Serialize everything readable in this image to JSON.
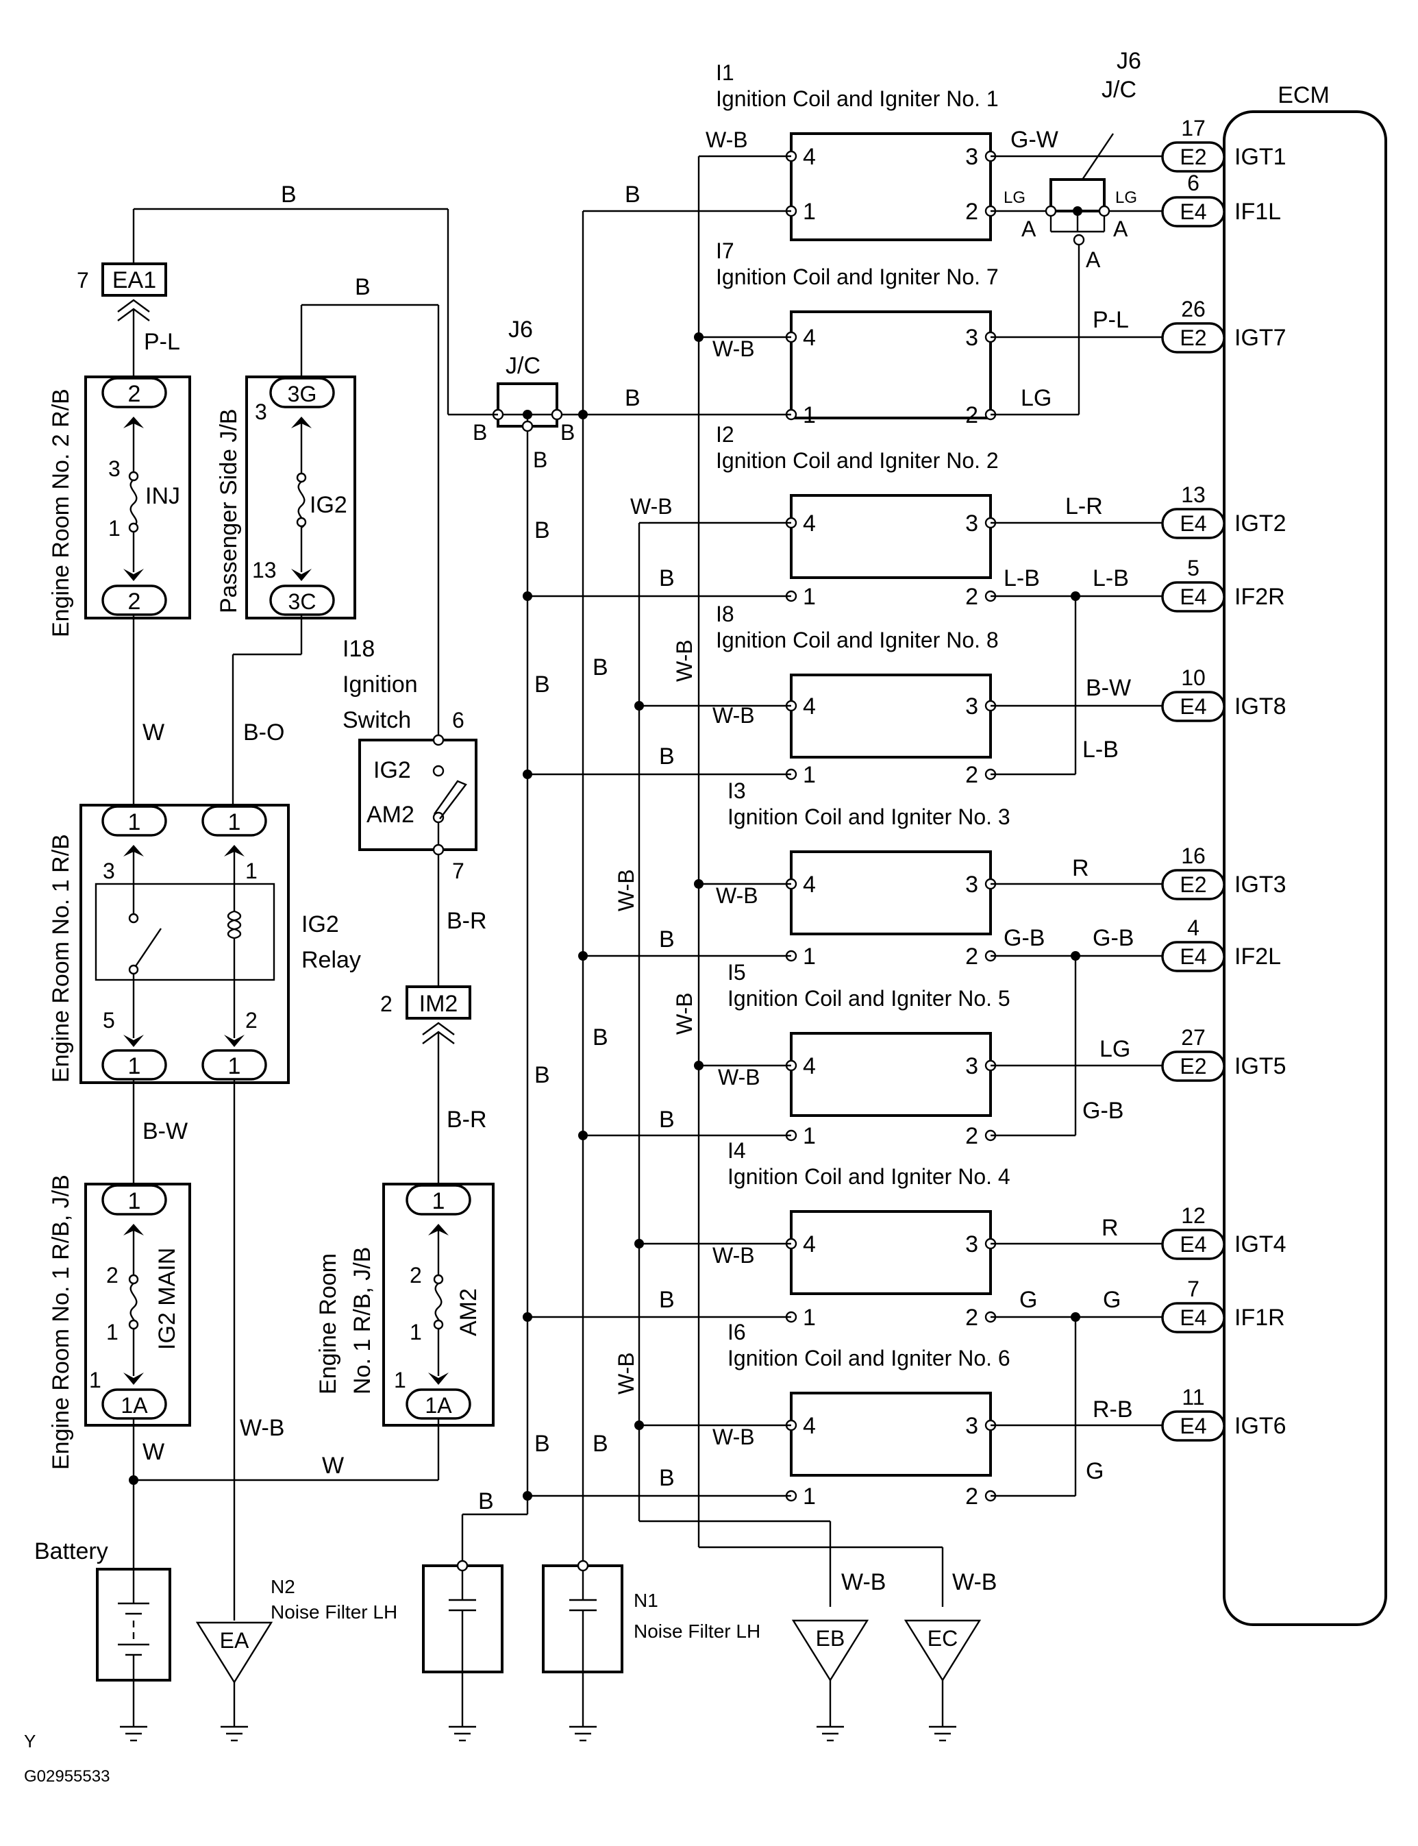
{
  "diagram": {
    "components": {
      "ecm": "ECM",
      "battery": "Battery",
      "ig2_relay_l1": "IG2",
      "ig2_relay_l2": "Relay",
      "ign_sw_id": "I18",
      "ign_sw_l1": "Ignition",
      "ign_sw_l2": "Switch",
      "ign_sw_ig2": "IG2",
      "ign_sw_am2": "AM2",
      "jc_top_id": "J6",
      "jc_top_name": "J/C",
      "jc_mid_id": "J6",
      "jc_mid_name": "J/C",
      "inj_fuse": "INJ",
      "ig2_fuse": "IG2",
      "ig2_main_fuse": "IG2 MAIN",
      "am2_fuse": "AM2",
      "n2_id": "N2",
      "n2_name": "Noise Filter LH",
      "n1_id": "N1",
      "n1_name": "Noise Filter LH",
      "rb2": "Engine Room No. 2 R/B",
      "psjb": "Passenger Side J/B",
      "rb1": "Engine Room No. 1 R/B",
      "rb1jb_a": "Engine Room No. 1 R/B, J/B",
      "rb1jb_b1": "Engine Room",
      "rb1jb_b2": "No. 1 R/B, J/B"
    },
    "coils": [
      {
        "id": "I1",
        "name": "Ignition Coil and Igniter No. 1"
      },
      {
        "id": "I7",
        "name": "Ignition Coil and Igniter No. 7"
      },
      {
        "id": "I2",
        "name": "Ignition Coil and Igniter No. 2"
      },
      {
        "id": "I8",
        "name": "Ignition Coil and Igniter No. 8"
      },
      {
        "id": "I3",
        "name": "Ignition Coil and Igniter No. 3"
      },
      {
        "id": "I5",
        "name": "Ignition Coil and Igniter No. 5"
      },
      {
        "id": "I4",
        "name": "Ignition Coil and Igniter No. 4"
      },
      {
        "id": "I6",
        "name": "Ignition Coil and Igniter No. 6"
      }
    ],
    "coil_pins": [
      "4",
      "1",
      "3",
      "2"
    ],
    "ecm_terms": [
      {
        "conn": "E2",
        "pin": "17",
        "sig": "IGT1"
      },
      {
        "conn": "E4",
        "pin": "6",
        "sig": "IF1L"
      },
      {
        "conn": "E2",
        "pin": "26",
        "sig": "IGT7"
      },
      {
        "conn": "E4",
        "pin": "13",
        "sig": "IGT2"
      },
      {
        "conn": "E4",
        "pin": "5",
        "sig": "IF2R"
      },
      {
        "conn": "E4",
        "pin": "10",
        "sig": "IGT8"
      },
      {
        "conn": "E2",
        "pin": "16",
        "sig": "IGT3"
      },
      {
        "conn": "E4",
        "pin": "4",
        "sig": "IF2L"
      },
      {
        "conn": "E2",
        "pin": "27",
        "sig": "IGT5"
      },
      {
        "conn": "E4",
        "pin": "12",
        "sig": "IGT4"
      },
      {
        "conn": "E4",
        "pin": "7",
        "sig": "IF1R"
      },
      {
        "conn": "E4",
        "pin": "11",
        "sig": "IGT6"
      }
    ],
    "connectors": {
      "ea1": "EA1",
      "ea1_pin": "7",
      "im2": "IM2",
      "im2_pin": "2",
      "rb2_top": "2",
      "rb2_bot": "2",
      "rb2_pin3": "3",
      "rb2_pin1": "1",
      "ps_top": "3G",
      "ps_bot": "3C",
      "ps_pin3": "3",
      "ps_pin13": "13",
      "rel_tl": "1",
      "rel_tr": "1",
      "rel_bl": "1",
      "rel_br": "1",
      "rel_p3": "3",
      "rel_p1": "1",
      "rel_p5": "5",
      "rel_p2": "2",
      "igm_top": "1",
      "igm_bot": "1A",
      "igm_p2": "2",
      "igm_p1": "1",
      "igm_p1b": "1",
      "am2_top": "1",
      "am2_bot": "1A",
      "am2_p2": "2",
      "am2_p1": "1",
      "am2_p1b": "1",
      "sw_p6": "6",
      "sw_p7": "7"
    },
    "wires": {
      "b_top": "B",
      "b_top2": "B",
      "pl_ea1": "P-L",
      "w_left": "W",
      "bo": "B-O",
      "bw": "B-W",
      "w_bot": "W",
      "wb_ea": "W-B",
      "w_horiz": "W",
      "br_1": "B-R",
      "br_2": "B-R",
      "wb_i1": "W-B",
      "b_i1": "B",
      "gw": "G-W",
      "lg_j6l": "LG",
      "lg_j6r": "LG",
      "j6_a1": "A",
      "j6_a2": "A",
      "j6_a3": "A",
      "wb_i7": "W-B",
      "b_i7": "B",
      "pl_i7": "P-L",
      "lg_i7": "LG",
      "jc_b1": "B",
      "jc_b2": "B",
      "jc_b3": "B",
      "wb_i2": "W-B",
      "b_i2": "B",
      "lr": "L-R",
      "lb_i2": "L-B",
      "lb_ecm": "L-B",
      "b_v1": "B",
      "b_v2": "B",
      "b_v3": "B",
      "b_v4": "B",
      "b_v5": "B",
      "wb_v1": "W-B",
      "wb_v2": "W-B",
      "wb_v3": "W-B",
      "wb_v4": "W-B",
      "wb_i8": "W-B",
      "b_i8": "B",
      "bw_i8": "B-W",
      "lb_i8": "L-B",
      "wb_i3": "W-B",
      "b_i3": "B",
      "r_i3": "R",
      "gb_i3": "G-B",
      "gb_ecm": "G-B",
      "wb_i5": "W-B",
      "b_i5": "B",
      "lg_i5": "LG",
      "gb_i5": "G-B",
      "wb_i4": "W-B",
      "b_i4": "B",
      "r_i4": "R",
      "g_i4": "G",
      "g_ecm": "G",
      "wb_i6": "W-B",
      "b_i6": "B",
      "rb_i6": "R-B",
      "g_i6": "G",
      "b_n2": "B",
      "b_lv1": "B",
      "b_lv2": "B",
      "wb_eb": "W-B",
      "wb_ec": "W-B"
    },
    "grounds": {
      "ea": "EA",
      "eb": "EB",
      "ec": "EC"
    },
    "footer": {
      "code": "Y",
      "figure": "G02955533"
    }
  }
}
